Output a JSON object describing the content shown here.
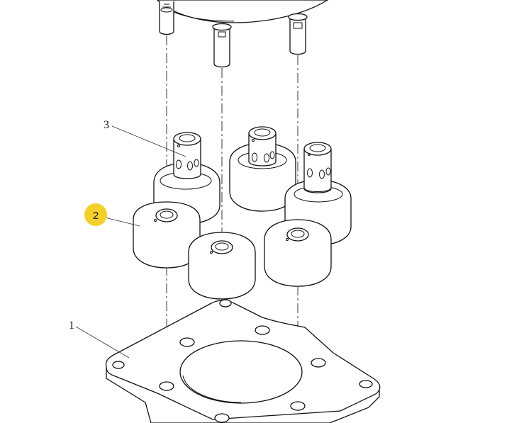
{
  "callouts": [
    {
      "id": "1",
      "label": "1",
      "highlighted": false
    },
    {
      "id": "2",
      "label": "2",
      "highlighted": true
    },
    {
      "id": "3",
      "label": "3",
      "highlighted": false
    }
  ],
  "highlight_color": "#f5d02a"
}
